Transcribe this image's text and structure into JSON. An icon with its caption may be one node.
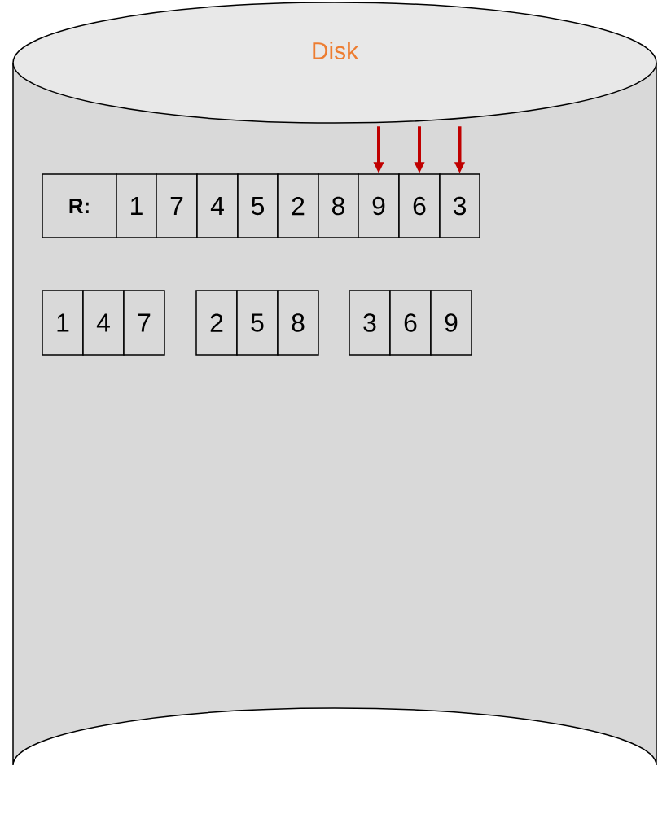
{
  "diagram": {
    "nodes": [
      {
        "text": [
          "Disk"
        ]
      },
      {
        "text": [
          "R:"
        ],
        "in": 0
      },
      {
        "text": [
          "1"
        ],
        "in": 0
      },
      {
        "text": [
          "7"
        ],
        "in": 0
      },
      {
        "text": [
          "4"
        ],
        "in": 0
      },
      {
        "text": [
          "5"
        ],
        "in": 0
      },
      {
        "text": [
          "2"
        ],
        "in": 0
      },
      {
        "text": [
          "8"
        ],
        "in": 0
      },
      {
        "text": [
          "9"
        ],
        "in": 0
      },
      {
        "text": [
          "6"
        ],
        "in": 0
      },
      {
        "text": [
          "3"
        ],
        "in": 0
      },
      {
        "text": [
          "1"
        ],
        "in": 0
      },
      {
        "text": [
          "4"
        ],
        "in": 0
      },
      {
        "text": [
          "7"
        ],
        "in": 0
      },
      {
        "text": [
          "2"
        ],
        "in": 0
      },
      {
        "text": [
          "5"
        ],
        "in": 0
      },
      {
        "text": [
          "8"
        ],
        "in": 0
      },
      {
        "text": [
          "3"
        ],
        "in": 0
      },
      {
        "text": [
          "6"
        ],
        "in": 0
      },
      {
        "text": [
          "9"
        ],
        "in": 0
      }
    ],
    "edges": [
      {
        "from": null,
        "to": 8,
        "arrow": "to"
      },
      {
        "from": null,
        "to": 9,
        "arrow": "to"
      },
      {
        "from": null,
        "to": 10,
        "arrow": "to"
      }
    ]
  }
}
